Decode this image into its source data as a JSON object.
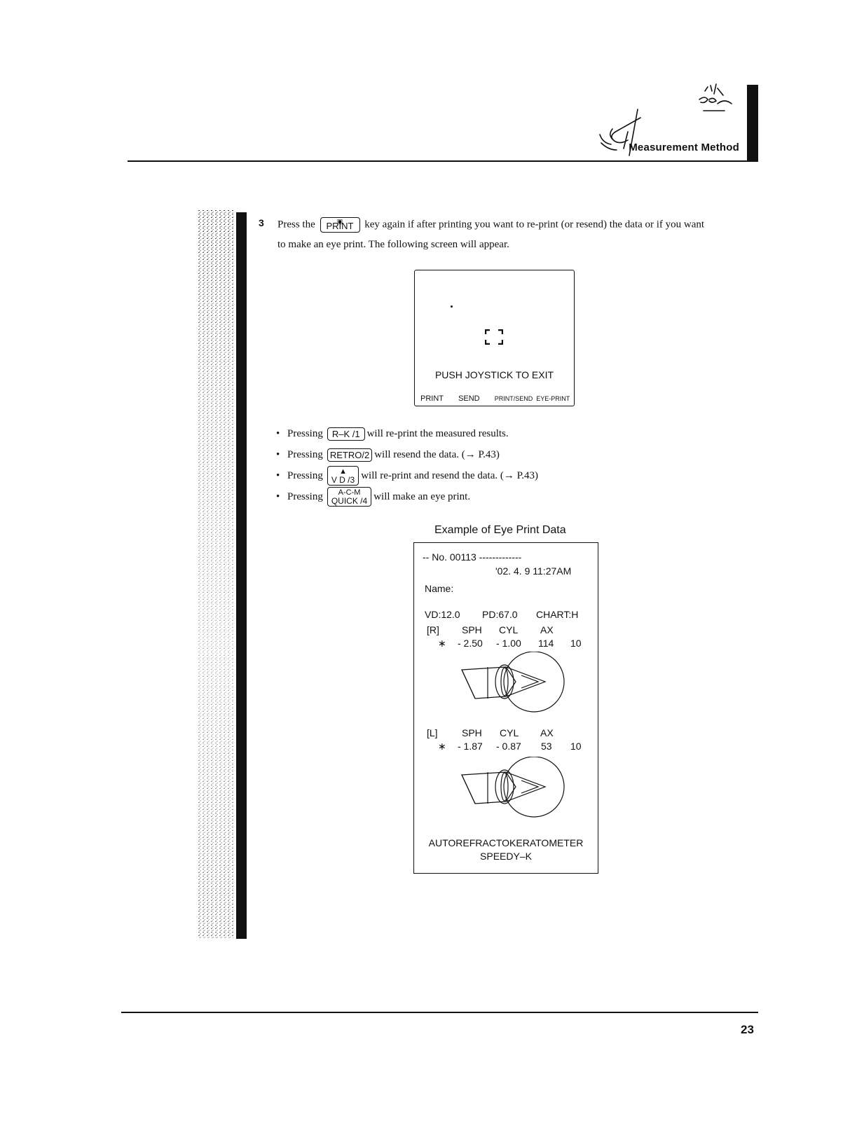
{
  "header": {
    "section_title": "Measurement Method"
  },
  "step": {
    "number": "3",
    "line1_before_key": "Press the",
    "print_key_label": "PRINT",
    "line1_after_key": "key again if after printing you want to re-print (or resend) the data or if you want",
    "line2": "to make an eye print.  The following screen will appear."
  },
  "screen": {
    "message": "PUSH JOYSTICK TO EXIT",
    "softkeys": [
      "PRINT",
      "SEND",
      "PRINT/SEND",
      "EYE-PRINT"
    ]
  },
  "bullets": [
    {
      "prefix": "Pressing",
      "key": "R–K /1",
      "text": "will re-print the measured results."
    },
    {
      "prefix": "Pressing",
      "key": "RETRO/2",
      "text": "will resend the data.  (→ P.43)"
    },
    {
      "prefix": "Pressing",
      "key_top": "▲",
      "key": "V D /3",
      "text": "will re-print and resend the data.  (→ P.43)"
    },
    {
      "prefix": "Pressing",
      "key_top": "A-C-M",
      "key": "QUICK /4",
      "text": "will make an eye print."
    }
  ],
  "example": {
    "caption": "Example of Eye Print Data",
    "number_line": "-- No. 00113 -------------",
    "date_time": "'02. 4. 9   11:27AM",
    "name_label": "Name:",
    "vd": "VD:12.0",
    "pd": "PD:67.0",
    "chart": "CHART:H",
    "right": {
      "label": "[R]",
      "headers": [
        "SPH",
        "CYL",
        "AX"
      ],
      "mark": "∗",
      "sph": "- 2.50",
      "cyl": "- 1.00",
      "ax": "114",
      "extra": "10"
    },
    "left": {
      "label": "[L]",
      "headers": [
        "SPH",
        "CYL",
        "AX"
      ],
      "mark": "∗",
      "sph": "- 1.87",
      "cyl": "- 0.87",
      "ax": "53",
      "extra": "10"
    },
    "device_line1": "AUTOREFRACTOKERATOMETER",
    "device_line2": "SPEEDY–K"
  },
  "footer": {
    "page_number": "23"
  }
}
